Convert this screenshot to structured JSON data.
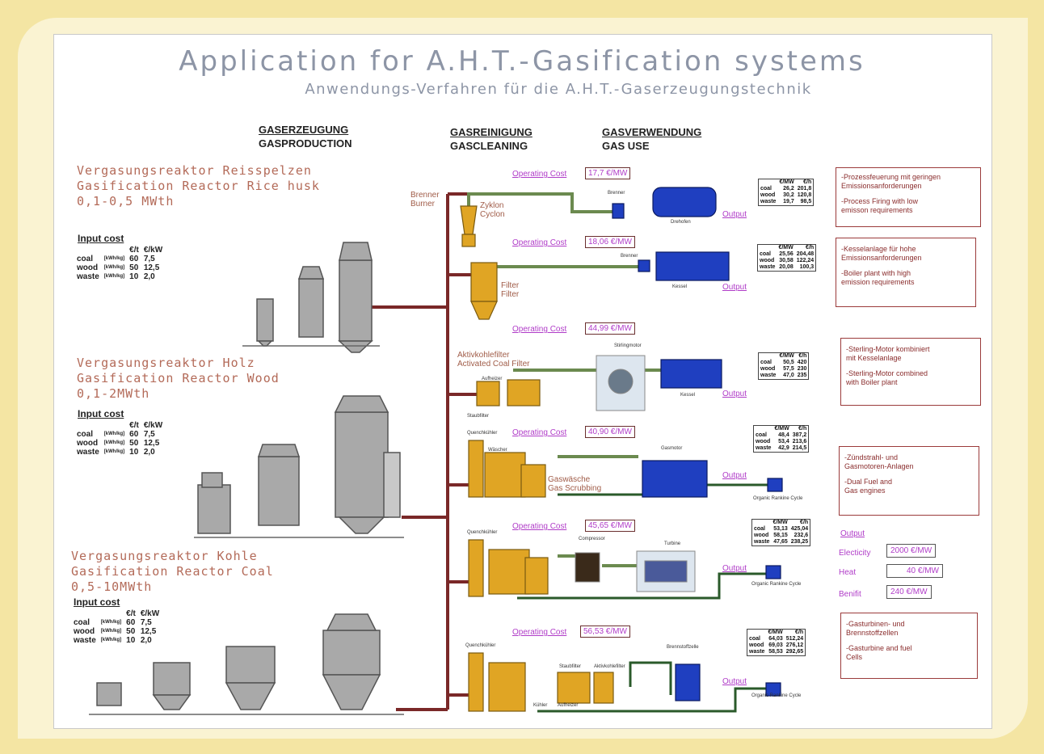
{
  "title": "Application for A.H.T.-Gasification systems",
  "subtitle": "Anwendungs-Verfahren für die A.H.T.-Gaserzeugungstechnik",
  "columns": {
    "production": {
      "de": "GASERZEUGUNG",
      "en": "GASPRODUCTION"
    },
    "cleaning": {
      "de": "GASREINIGUNG",
      "en": "GASCLEANING"
    },
    "use": {
      "de": "GASVERWENDUNG",
      "en": "GAS USE"
    }
  },
  "reactors": [
    {
      "lines": [
        "Vergasungsreaktor Reisspelzen",
        "Gasification Reactor Rice husk",
        "0,1-0,5 MWth"
      ]
    },
    {
      "lines": [
        "Vergasungsreaktor Holz",
        "Gasification Reactor Wood",
        "0,1-2MWth"
      ]
    },
    {
      "lines": [
        "Vergasungsreaktor Kohle",
        "Gasification Reactor Coal",
        "0,5-10MWth"
      ]
    }
  ],
  "input_cost": {
    "title": "Input cost",
    "headers": [
      "€/t",
      "€/kW"
    ],
    "rows": [
      {
        "fuel": "coal",
        "unit": "[kWh/kg]",
        "per_t": "60",
        "per_kw": "7,5"
      },
      {
        "fuel": "wood",
        "unit": "[kWh/kg]",
        "per_t": "50",
        "per_kw": "12,5"
      },
      {
        "fuel": "waste",
        "unit": "[kWh/kg]",
        "per_t": "10",
        "per_kw": "2,0"
      }
    ]
  },
  "labels": {
    "brenner": "Brenner",
    "burner": "Burner",
    "zyklon": "Zyklon",
    "cyclon": "Cyclon",
    "filter_de": "Filter",
    "filter_en": "Filter",
    "akf_de": "Aktivkohlefilter",
    "akf_en": "Activated Coal Filter",
    "gaswasche_de": "Gaswäsche",
    "gaswasche_en": "Gas Scrubbing",
    "operating_cost": "Operating Cost",
    "output": "Output",
    "brenner_small": "Brenner",
    "drehofen": "Drehofen",
    "kessel": "Kessel",
    "stirlingmotor": "Stirlingmotor",
    "gasmotor": "Gasmotor",
    "compressor": "Compressor",
    "turbine": "Turbine",
    "brennstoffzelle": "Brennstoffzelle",
    "orc": "Organic Rankine Cycle",
    "quenchkuehler": "Quenchkühler",
    "staubfilter": "Staubfilter",
    "aufheizer": "Aufheizer",
    "aktivkohlefilter_small": "Aktivkohlefilter",
    "kuehler": "Kühler",
    "waescher": "Wäscher"
  },
  "operating_costs": [
    "17,7 €/MW",
    "18,06 €/MW",
    "44,99 €/MW",
    "40,90 €/MW",
    "45,65 €/MW",
    "56,53 €/MW"
  ],
  "cost_tables": {
    "headers": [
      "€/MW",
      "€/h"
    ],
    "fuels": [
      "coal",
      "wood",
      "waste"
    ],
    "rows": [
      [
        [
          "26,2",
          "201,8"
        ],
        [
          "30,2",
          "120,8"
        ],
        [
          "19,7",
          "98,5"
        ]
      ],
      [
        [
          "25,56",
          "204,48"
        ],
        [
          "30,58",
          "122,24"
        ],
        [
          "20,08",
          "100,3"
        ]
      ],
      [
        [
          "50,5",
          "420"
        ],
        [
          "57,5",
          "230"
        ],
        [
          "47,0",
          "235"
        ]
      ],
      [
        [
          "48,4",
          "387,2"
        ],
        [
          "53,4",
          "213,6"
        ],
        [
          "42,9",
          "214,5"
        ]
      ],
      [
        [
          "53,13",
          "425,04"
        ],
        [
          "58,15",
          "232,6"
        ],
        [
          "47,65",
          "238,25"
        ]
      ],
      [
        [
          "64,03",
          "512,24"
        ],
        [
          "69,03",
          "276,12"
        ],
        [
          "58,53",
          "292,65"
        ]
      ]
    ]
  },
  "applications": [
    [
      "-Prozessfeuerung mit geringen",
      "Emissionsanforderungen",
      "",
      "-Process Firing with low",
      "emisson requirements"
    ],
    [
      "-Kesselanlage für hohe",
      "Emissionsanforderungen",
      "",
      "-Boiler plant with high",
      "emission requirements"
    ],
    [
      "-Sterling-Motor kombiniert",
      "mit Kesselanlage",
      "",
      "-Sterling-Motor combined",
      "with Boiler plant"
    ],
    [
      "-Zündstrahl- und",
      "Gasmotoren-Anlagen",
      "",
      "-Dual Fuel and",
      "Gas engines"
    ],
    [
      "-Gasturbinen- und",
      "Brennstoffzellen",
      "",
      "-Gasturbine and fuel",
      "Cells"
    ]
  ],
  "economics": {
    "title": "Output",
    "rows": [
      {
        "label": "Electicity",
        "value": "2000 €/MW"
      },
      {
        "label": "Heat",
        "value": "40 €/MW"
      },
      {
        "label": "Benifit",
        "value": "240 €/MW"
      }
    ]
  },
  "colors": {
    "pipe": "#7a2828",
    "gas_pipe": "#6b8a4f",
    "equipment_yellow": "#e0a524",
    "machine_blue": "#1f3fc0",
    "reactor_grey": "#a9a9a9",
    "frame": "#f4e5a3"
  }
}
